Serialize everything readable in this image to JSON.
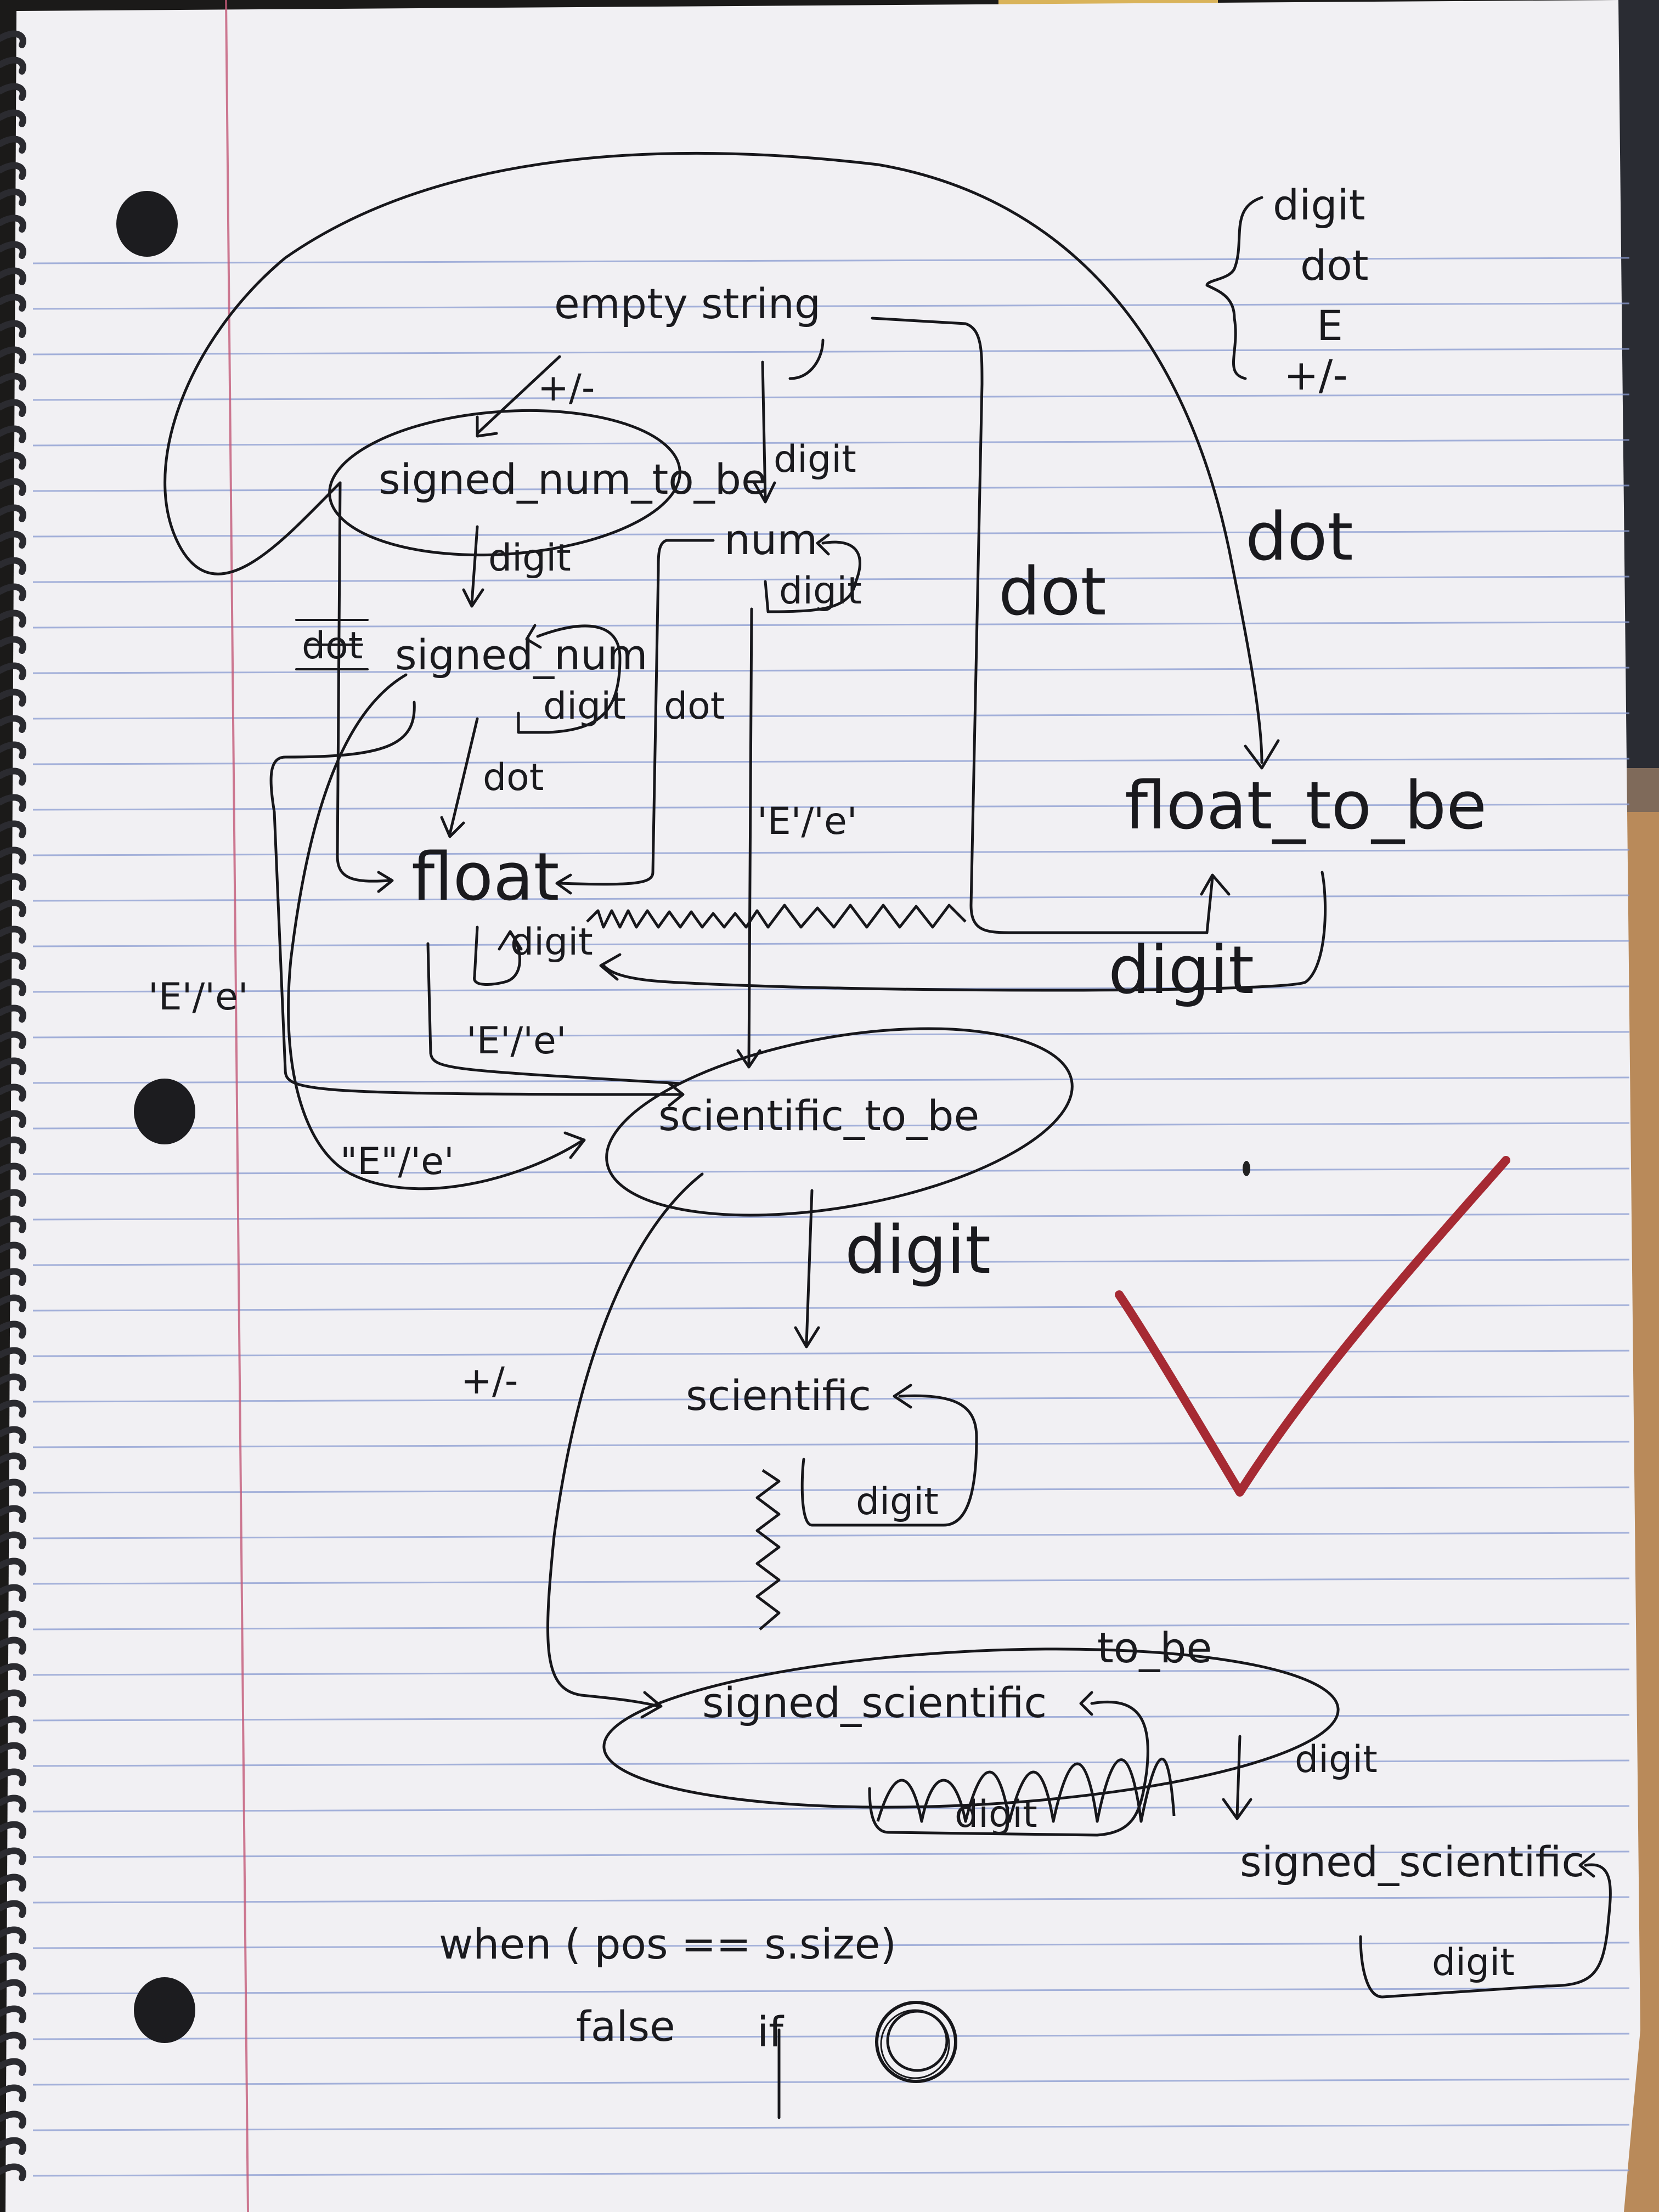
{
  "diagram": {
    "legend": {
      "items": [
        "digit",
        "dot",
        "E",
        "+/-"
      ]
    },
    "states": {
      "empty_string": "empty string",
      "signed_num_to_be": "signed_num_to_be",
      "num": "num",
      "signed_num": "signed_num",
      "float": "float",
      "float_to_be": "float_to_be",
      "scientific_to_be": "scientific_to_be",
      "scientific": "scientific",
      "signed_scientific_to_be": "signed_scientific",
      "to_be_suffix": "to_be",
      "signed_scientific": "signed_scientific"
    },
    "edges": {
      "empty_to_signed": "+/-",
      "empty_to_num": "digit",
      "empty_to_float_to_be": "dot",
      "loop_to_float_to_be": "dot",
      "signed_to_signed_num": "digit",
      "num_self": "digit",
      "signed_num_self": "digit",
      "signed_to_float": "dot",
      "signed_num_to_float": "dot",
      "num_to_float": "dot",
      "num_to_scientific": "'E'/'e'",
      "float_self": "digit",
      "float_to_be_to_float": "digit",
      "float_to_scientific": "'E'/'e'",
      "signed_num_to_scientific": "'E'/'e'",
      "signed_num_to_scientific_2": "\"E\"/'e'",
      "scientific_to_be_to_scientific": "digit",
      "scientific_to_signed_sci": "+/-",
      "scientific_self": "digit",
      "signed_sci_tobe_self": "digit",
      "signed_sci_tobe_to_signed_sci": "digit",
      "signed_sci_self": "digit"
    },
    "notes": {
      "line1": "when ( pos == s.size)",
      "line2_a": "false",
      "line2_b": "if"
    }
  },
  "colors": {
    "paper": "#f1f0f3",
    "ink": "#17171b",
    "rule_line": "#8a9bd1",
    "margin_line": "#c45a78",
    "checkmark": "#a62a33"
  }
}
